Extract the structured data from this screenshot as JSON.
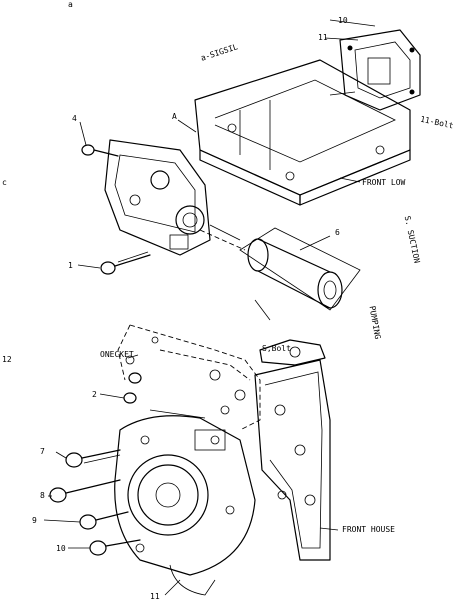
{
  "diagram": {
    "callouts": {
      "top_left_mark": "a",
      "bracket_label": "a-SIGSIL",
      "part_top_right_11": "11",
      "part_top_right_10": "10",
      "right_label_upper": "11-Bolt",
      "right_label_mid": "FRONT LOW",
      "part_a": "A",
      "part_left_4": "4",
      "part_left_1": "1",
      "part_filter": "6",
      "right_label_lower": "S. SUCTION",
      "part_left_2": "2",
      "right_label_side": "PUMPING",
      "mid_label": "ONECKET",
      "mid_label_right": "S,Bolt",
      "part_left_7": "7",
      "part_left_8": "8",
      "part_left_9": "9",
      "part_left_10": "10",
      "part_left_11": "11",
      "part_left_12": "12",
      "bottom_label": "FRONT HOUSE",
      "edge_mark": "c"
    }
  }
}
